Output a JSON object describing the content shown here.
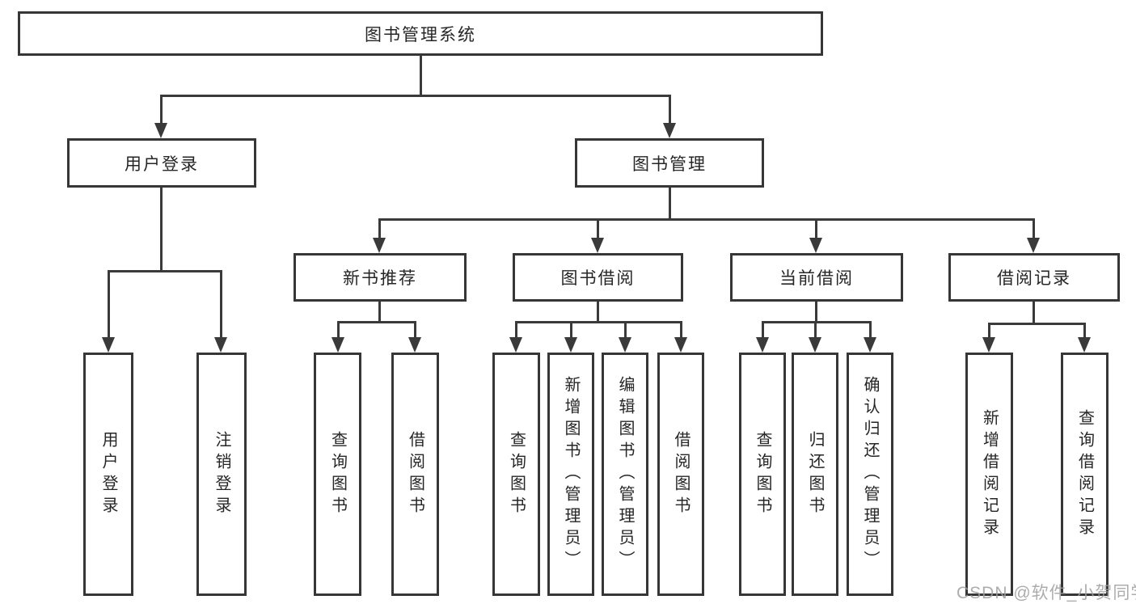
{
  "tree": {
    "label": "图书管理系统",
    "children": [
      {
        "label": "用户登录",
        "children": [
          {
            "label": "用户登录"
          },
          {
            "label": "注销登录"
          }
        ]
      },
      {
        "label": "图书管理",
        "children": [
          {
            "label": "新书推荐",
            "children": [
              {
                "label": "查询图书"
              },
              {
                "label": "借阅图书"
              }
            ]
          },
          {
            "label": "图书借阅",
            "children": [
              {
                "label": "查询图书"
              },
              {
                "label": "新增图书（管理员）"
              },
              {
                "label": "编辑图书（管理员）"
              },
              {
                "label": "借阅图书"
              }
            ]
          },
          {
            "label": "当前借阅",
            "children": [
              {
                "label": "查询图书"
              },
              {
                "label": "归还图书"
              },
              {
                "label": "确认归还（管理员）"
              }
            ]
          },
          {
            "label": "借阅记录",
            "children": [
              {
                "label": "新增借阅记录"
              },
              {
                "label": "查询借阅记录"
              }
            ]
          }
        ]
      }
    ]
  },
  "watermark": {
    "text": "CSDN @软件_小贺同学"
  },
  "colors": {
    "line": "#3a3a3a",
    "box_border": "#363636",
    "text": "#262626",
    "watermark": "#9e9e9e",
    "background": "#ffffff"
  }
}
